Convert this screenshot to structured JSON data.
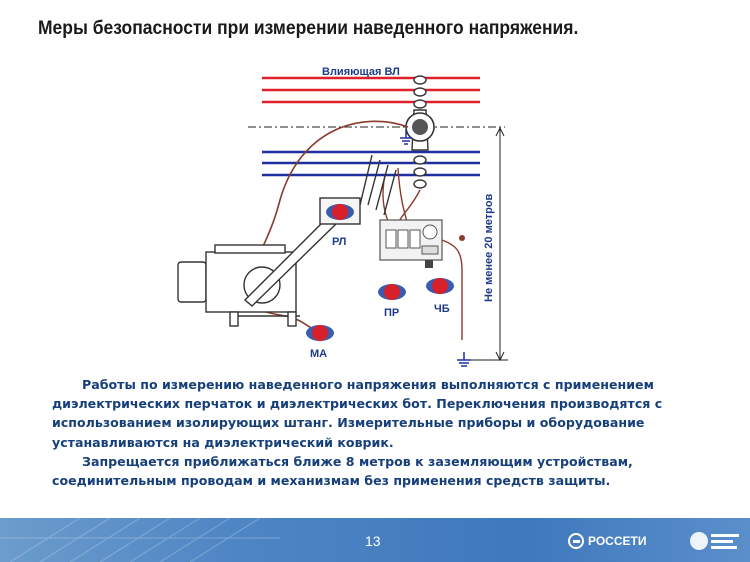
{
  "title": "Меры безопасности при измерении наведенного напряжения.",
  "diagram": {
    "line_label": "Влияющая ВЛ",
    "distance_label": "Не менее 20 метров",
    "labels": {
      "rl": "РЛ",
      "pr": "ПР",
      "chb": "ЧБ",
      "ma": "МА"
    },
    "colors": {
      "red_wires": "#e0202c",
      "blue_wires": "#1f2f9e",
      "cable": "#8b3a2e",
      "label": "#1f3c8a"
    }
  },
  "text": {
    "paragraph1": "Работы по измерению наведенного напряжения выполняются с применением диэлектрических перчаток и диэлектрических бот. Переключения производятся с использованием изолирующих штанг.  Измерительные приборы и оборудование устанавливаются на диэлектрический коврик.",
    "paragraph2": "Запрещается приближаться ближе 8 метров к заземляющим устройствам, соединительным проводам и механизмам без применения средств защиты."
  },
  "footer": {
    "page_number": "13",
    "logo_text": "РОССЕТИ"
  }
}
